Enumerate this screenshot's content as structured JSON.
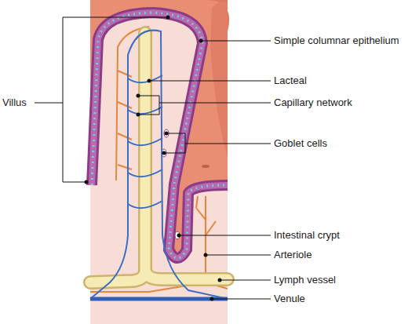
{
  "diagram": {
    "labels": [
      "Villus",
      "Simple columnar epithelium",
      "Lacteal",
      "Capillary network",
      "Goblet cells",
      "Intestinal crypt",
      "Arteriole",
      "Lymph vessel",
      "Venule"
    ]
  }
}
